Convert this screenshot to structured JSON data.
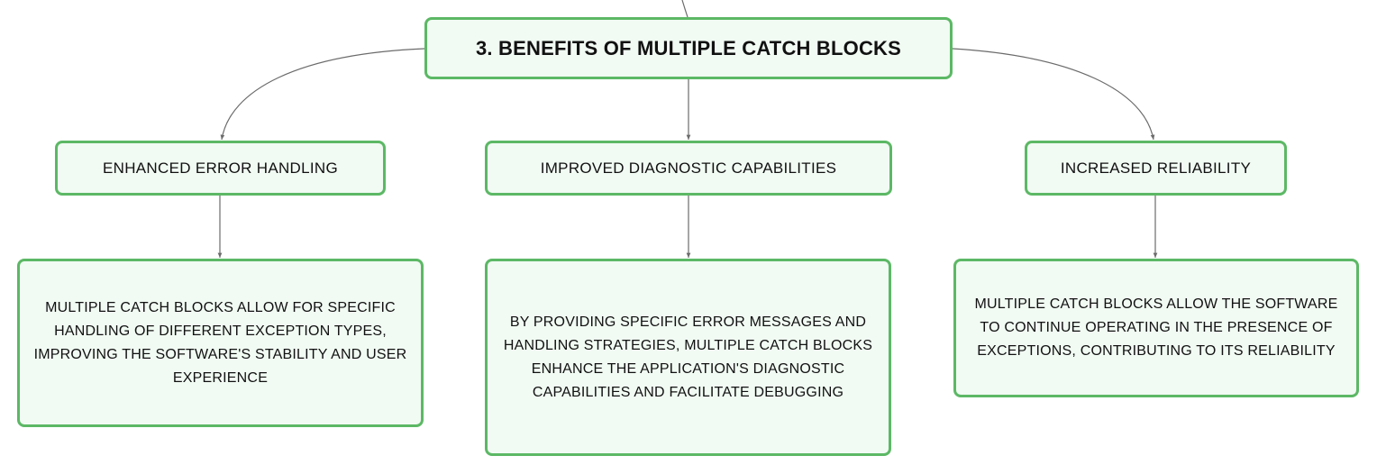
{
  "root": {
    "label": "3. BENEFITS OF MULTIPLE CATCH BLOCKS"
  },
  "branches": [
    {
      "label": "ENHANCED ERROR HANDLING",
      "detail": "MULTIPLE CATCH BLOCKS ALLOW FOR SPECIFIC HANDLING OF DIFFERENT EXCEPTION TYPES, IMPROVING THE SOFTWARE'S STABILITY AND USER EXPERIENCE"
    },
    {
      "label": "IMPROVED DIAGNOSTIC CAPABILITIES",
      "detail": "BY PROVIDING SPECIFIC ERROR MESSAGES AND HANDLING STRATEGIES, MULTIPLE CATCH BLOCKS ENHANCE THE APPLICATION'S DIAGNOSTIC CAPABILITIES AND FACILITATE DEBUGGING"
    },
    {
      "label": "INCREASED RELIABILITY",
      "detail": "MULTIPLE CATCH BLOCKS ALLOW THE SOFTWARE TO CONTINUE OPERATING IN THE PRESENCE OF EXCEPTIONS, CONTRIBUTING TO ITS RELIABILITY"
    }
  ],
  "colors": {
    "node_border": "#5cb865",
    "node_fill": "#f1faf3",
    "connector": "#6b6b6b"
  }
}
